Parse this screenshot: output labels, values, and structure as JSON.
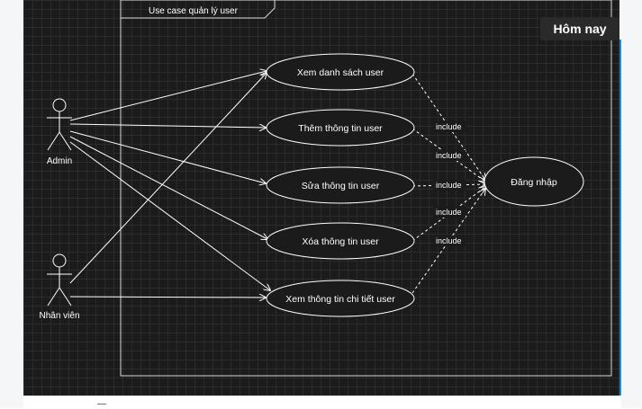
{
  "diagram": {
    "title": "Use case quản lý user",
    "actors": [
      {
        "id": "admin",
        "label": "Admin"
      },
      {
        "id": "nhanvien",
        "label": "Nhân viên"
      }
    ],
    "use_cases": [
      {
        "id": "uc1",
        "label": "Xem danh sách user"
      },
      {
        "id": "uc2",
        "label": "Thêm thông tin user"
      },
      {
        "id": "uc3",
        "label": "Sửa thông tin user"
      },
      {
        "id": "uc4",
        "label": "Xóa thông tin user"
      },
      {
        "id": "uc5",
        "label": "Xem thông tin chi tiết user"
      },
      {
        "id": "login",
        "label": "Đăng nhập"
      }
    ],
    "include_labels": [
      "include",
      "include",
      "include",
      "include",
      "include"
    ],
    "colors": {
      "background": "#1b1b1b",
      "line": "#ffffff",
      "text": "#ffffff"
    }
  },
  "badge": {
    "label": "Hôm nay"
  }
}
